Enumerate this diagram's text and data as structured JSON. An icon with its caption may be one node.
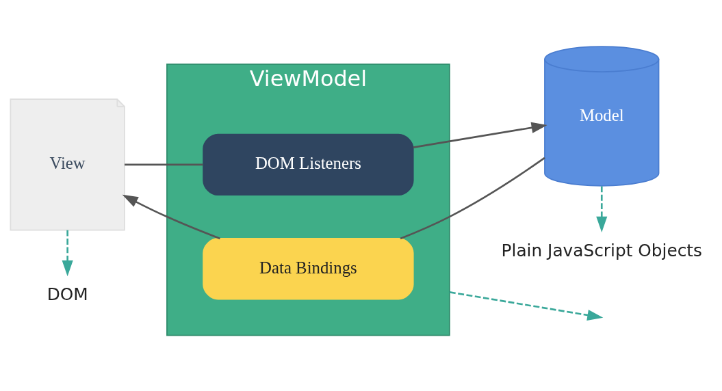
{
  "diagram": {
    "nodes": [
      {
        "text": [
          "ViewModel"
        ]
      },
      {
        "text": [
          "DOM Listeners"
        ],
        "in": 0
      },
      {
        "text": [
          "Data Bindings"
        ],
        "in": 0
      },
      {
        "text": [
          "View"
        ]
      },
      {
        "text": [
          "Model"
        ]
      },
      {
        "text": [
          "DOM"
        ]
      },
      {
        "text": [
          "Plain JavaScript Objects"
        ]
      }
    ],
    "edges": [
      {
        "from": 3,
        "to": 1,
        "arrow": "none"
      },
      {
        "from": 1,
        "to": 4,
        "arrow": "to"
      },
      {
        "from": 4,
        "to": 2,
        "arrow": "none"
      },
      {
        "from": 2,
        "to": 3,
        "arrow": "to"
      },
      {
        "from": 3,
        "to": 5,
        "arrow": "to",
        "style": "dashed",
        "color": "#3aa89a"
      },
      {
        "from": 4,
        "to": 6,
        "arrow": "to",
        "style": "dashed",
        "color": "#3aa89a"
      },
      {
        "from": 0,
        "to": null,
        "arrow": "to",
        "style": "dashed",
        "color": "#3aa89a"
      }
    ]
  }
}
